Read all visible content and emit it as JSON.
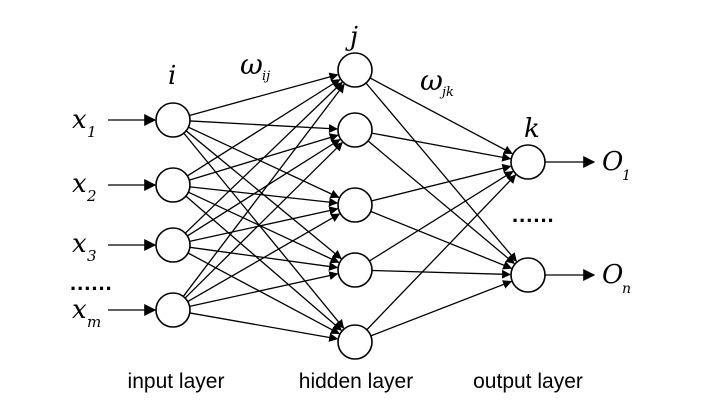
{
  "layers": {
    "input": {
      "index": "i",
      "caption": "input layer",
      "inputs": [
        {
          "base": "x",
          "sub": "1"
        },
        {
          "base": "x",
          "sub": "2"
        },
        {
          "base": "x",
          "sub": "3"
        },
        {
          "base": "x",
          "sub": "m"
        }
      ],
      "ellipsis": "......"
    },
    "hidden": {
      "index": "j",
      "caption": "hidden layer"
    },
    "output": {
      "index": "k",
      "caption": "output layer",
      "outputs": [
        {
          "base": "O",
          "sub": "1"
        },
        {
          "base": "O",
          "sub": "n"
        }
      ],
      "ellipsis": "......"
    }
  },
  "weights": {
    "ij": {
      "base": "ω",
      "sub": "ij"
    },
    "jk": {
      "base": "ω",
      "sub": "jk"
    }
  }
}
